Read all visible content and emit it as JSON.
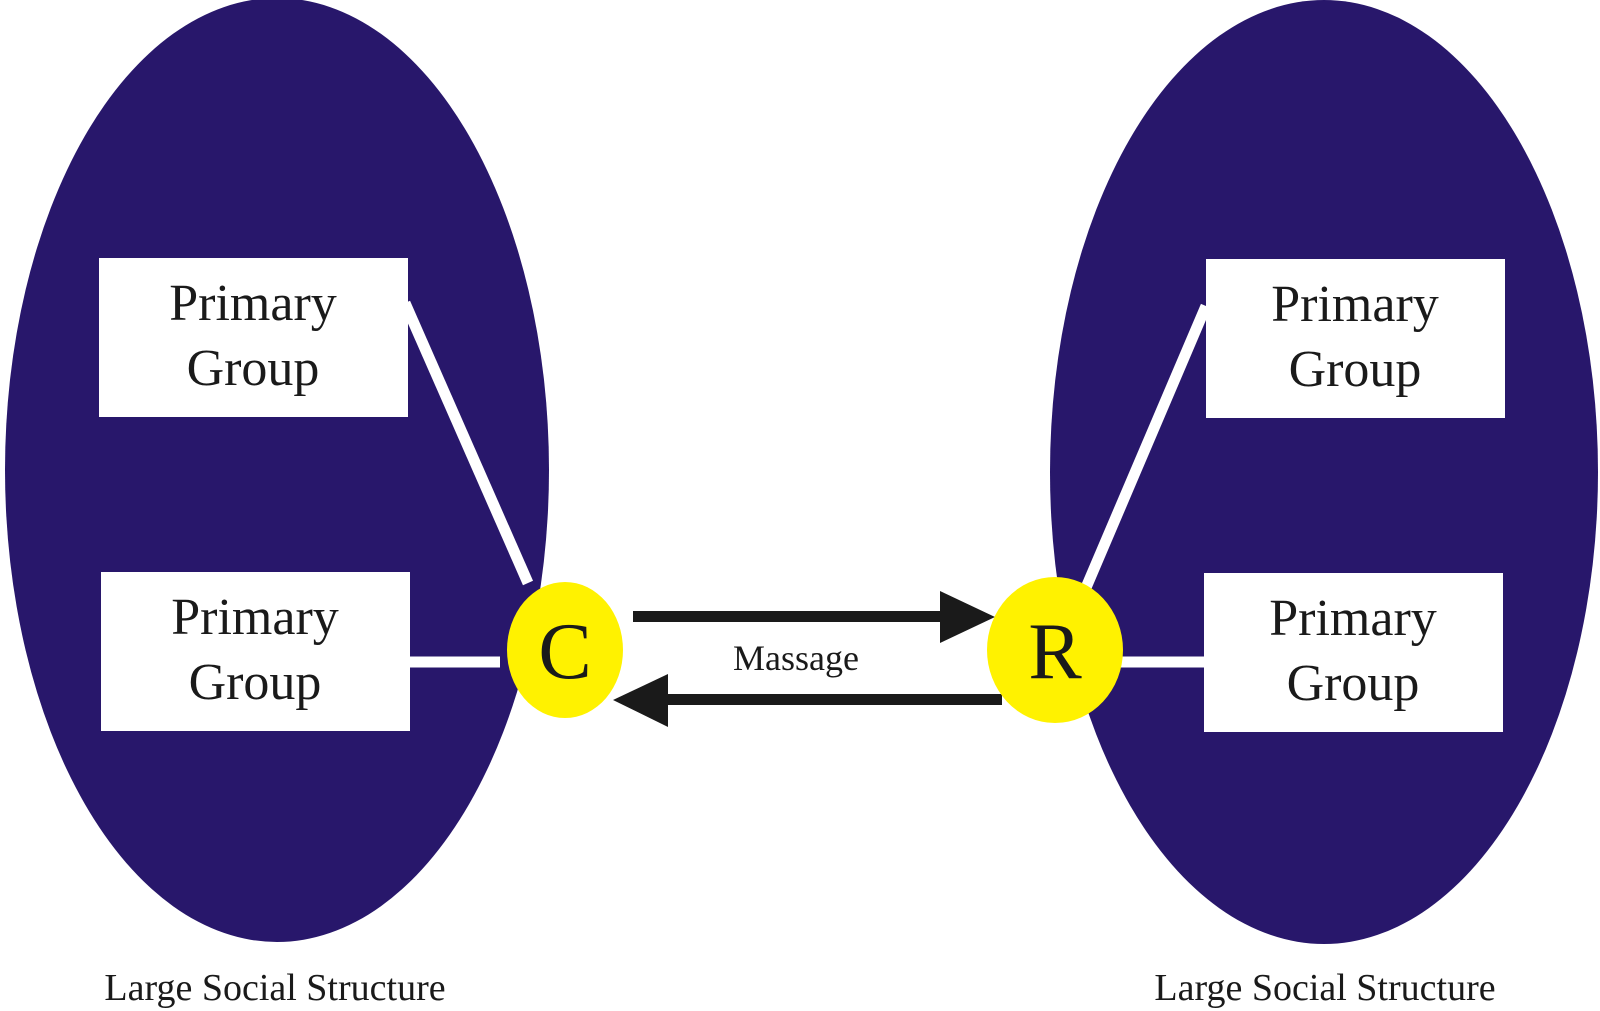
{
  "diagram": {
    "colors": {
      "structure": "#28176b",
      "node": "#fff200",
      "box": "#ffffff",
      "arrow": "#1a1a1a",
      "connector": "#ffffff"
    },
    "left_structure": {
      "caption": "Large Social Structure",
      "groups": [
        {
          "line1": "Primary",
          "line2": "Group"
        },
        {
          "line1": "Primary",
          "line2": "Group"
        }
      ],
      "node_label": "C"
    },
    "right_structure": {
      "caption": "Large Social Structure",
      "groups": [
        {
          "line1": "Primary",
          "line2": "Group"
        },
        {
          "line1": "Primary",
          "line2": "Group"
        }
      ],
      "node_label": "R"
    },
    "message_label": "Massage"
  }
}
